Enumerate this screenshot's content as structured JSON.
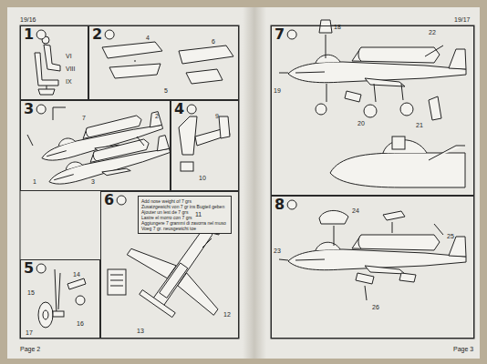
{
  "diagram": {
    "nodes": [
      {
        "text": [
          "1"
        ]
      },
      {
        "text": [
          "2"
        ]
      },
      {
        "text": [
          "3"
        ]
      },
      {
        "text": [
          "4"
        ]
      },
      {
        "text": [
          "5"
        ]
      },
      {
        "text": [
          "6"
        ]
      },
      {
        "text": [
          "Add nose weight of 7 grs",
          "Zusatzgewicht von 7 gr ins Bugteil geben",
          "Ajouter un lest de 7 grs",
          "Lastre el morro con 7 grs",
          "Aggiungere 7 grammi di zavorra nel muso",
          "Voeg 7 gr. neusgewicht toe"
        ],
        "in": 5
      },
      {
        "text": [
          "7"
        ]
      },
      {
        "text": [
          "8"
        ]
      }
    ],
    "labels": [
      "19/16",
      "19/17",
      "VI",
      "VIII",
      "IX",
      "4",
      "5",
      "6",
      "1",
      "2",
      "3",
      "7",
      "9",
      "10",
      "14",
      "15",
      "16",
      "17",
      "11",
      "12",
      "13",
      "18",
      "19",
      "20",
      "21",
      "22",
      "23",
      "24",
      "25",
      "26",
      "Page 2",
      "Page 3"
    ]
  }
}
